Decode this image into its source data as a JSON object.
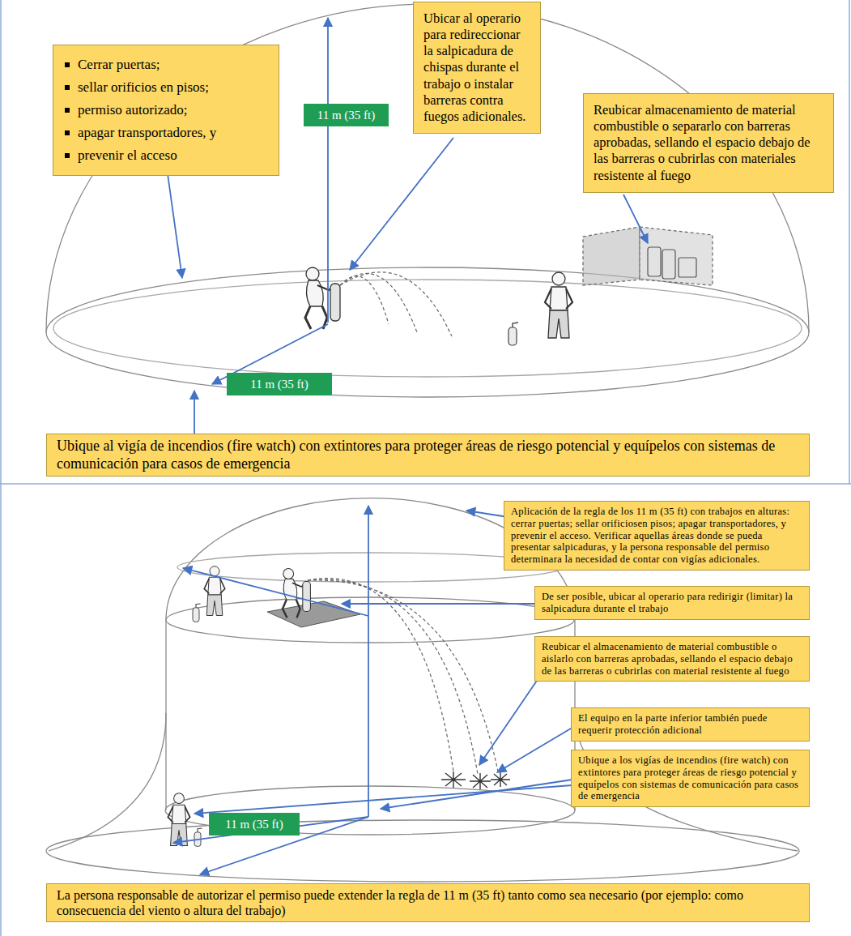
{
  "diagram": {
    "nodes": [
      {
        "text": [
          "Cerrar puertas;",
          "sellar orificios en pisos;",
          "permiso autorizado;",
          "apagar transportadores, y",
          "prevenir el acceso"
        ]
      },
      {
        "text": [
          "Ubicar al operario para redireccionar la salpicadura de chispas durante el trabajo o instalar barreras contra fuegos adicionales."
        ]
      },
      {
        "text": [
          "11 m (35 ft)"
        ]
      },
      {
        "text": [
          "Reubicar almacenamiento de material combustible o separarlo con barreras aprobadas, sellando el espacio debajo de las barreras o cubrirlas con materiales resistente al fuego"
        ]
      },
      {
        "text": [
          "11 m (35 ft)"
        ]
      },
      {
        "text": [
          "Ubique al vigía de incendios (fire watch) con extintores para proteger áreas de riesgo potencial y equípelos con sistemas de comunicación para casos de emergencia"
        ]
      },
      {
        "text": [
          "Aplicación de la regla de los 11 m (35 ft) con trabajos en alturas: cerrar puertas; sellar orificiosen pisos; apagar transportadores, y prevenir el acceso. Verificar aquellas áreas donde se pueda presentar salpicaduras, y la persona responsable del permiso determinara la necesidad de contar con vigías adicionales."
        ]
      },
      {
        "text": [
          "De ser posible, ubicar al operario para redirigir (limitar) la salpicadura durante el trabajo"
        ]
      },
      {
        "text": [
          "Reubicar el almacenamiento de material combustible o aislarlo con barreras aprobadas, sellando el espacio debajo de las barreras o cubrirlas con material resistente al fuego"
        ]
      },
      {
        "text": [
          "El equipo en la parte inferior también puede requerir protección adicional"
        ]
      },
      {
        "text": [
          "Ubique a los vigías de incendios (fire watch) con extintores para proteger áreas de riesgo potencial y equípelos con sistemas de comunicación para casos de emergencia"
        ]
      },
      {
        "text": [
          "11 m (35 ft)"
        ]
      },
      {
        "text": [
          "La persona responsable de autorizar el permiso puede extender la regla de 11 m (35 ft) tanto como sea necesario (por ejemplo: como consecuencia del viento o altura del trabajo)"
        ]
      }
    ]
  }
}
